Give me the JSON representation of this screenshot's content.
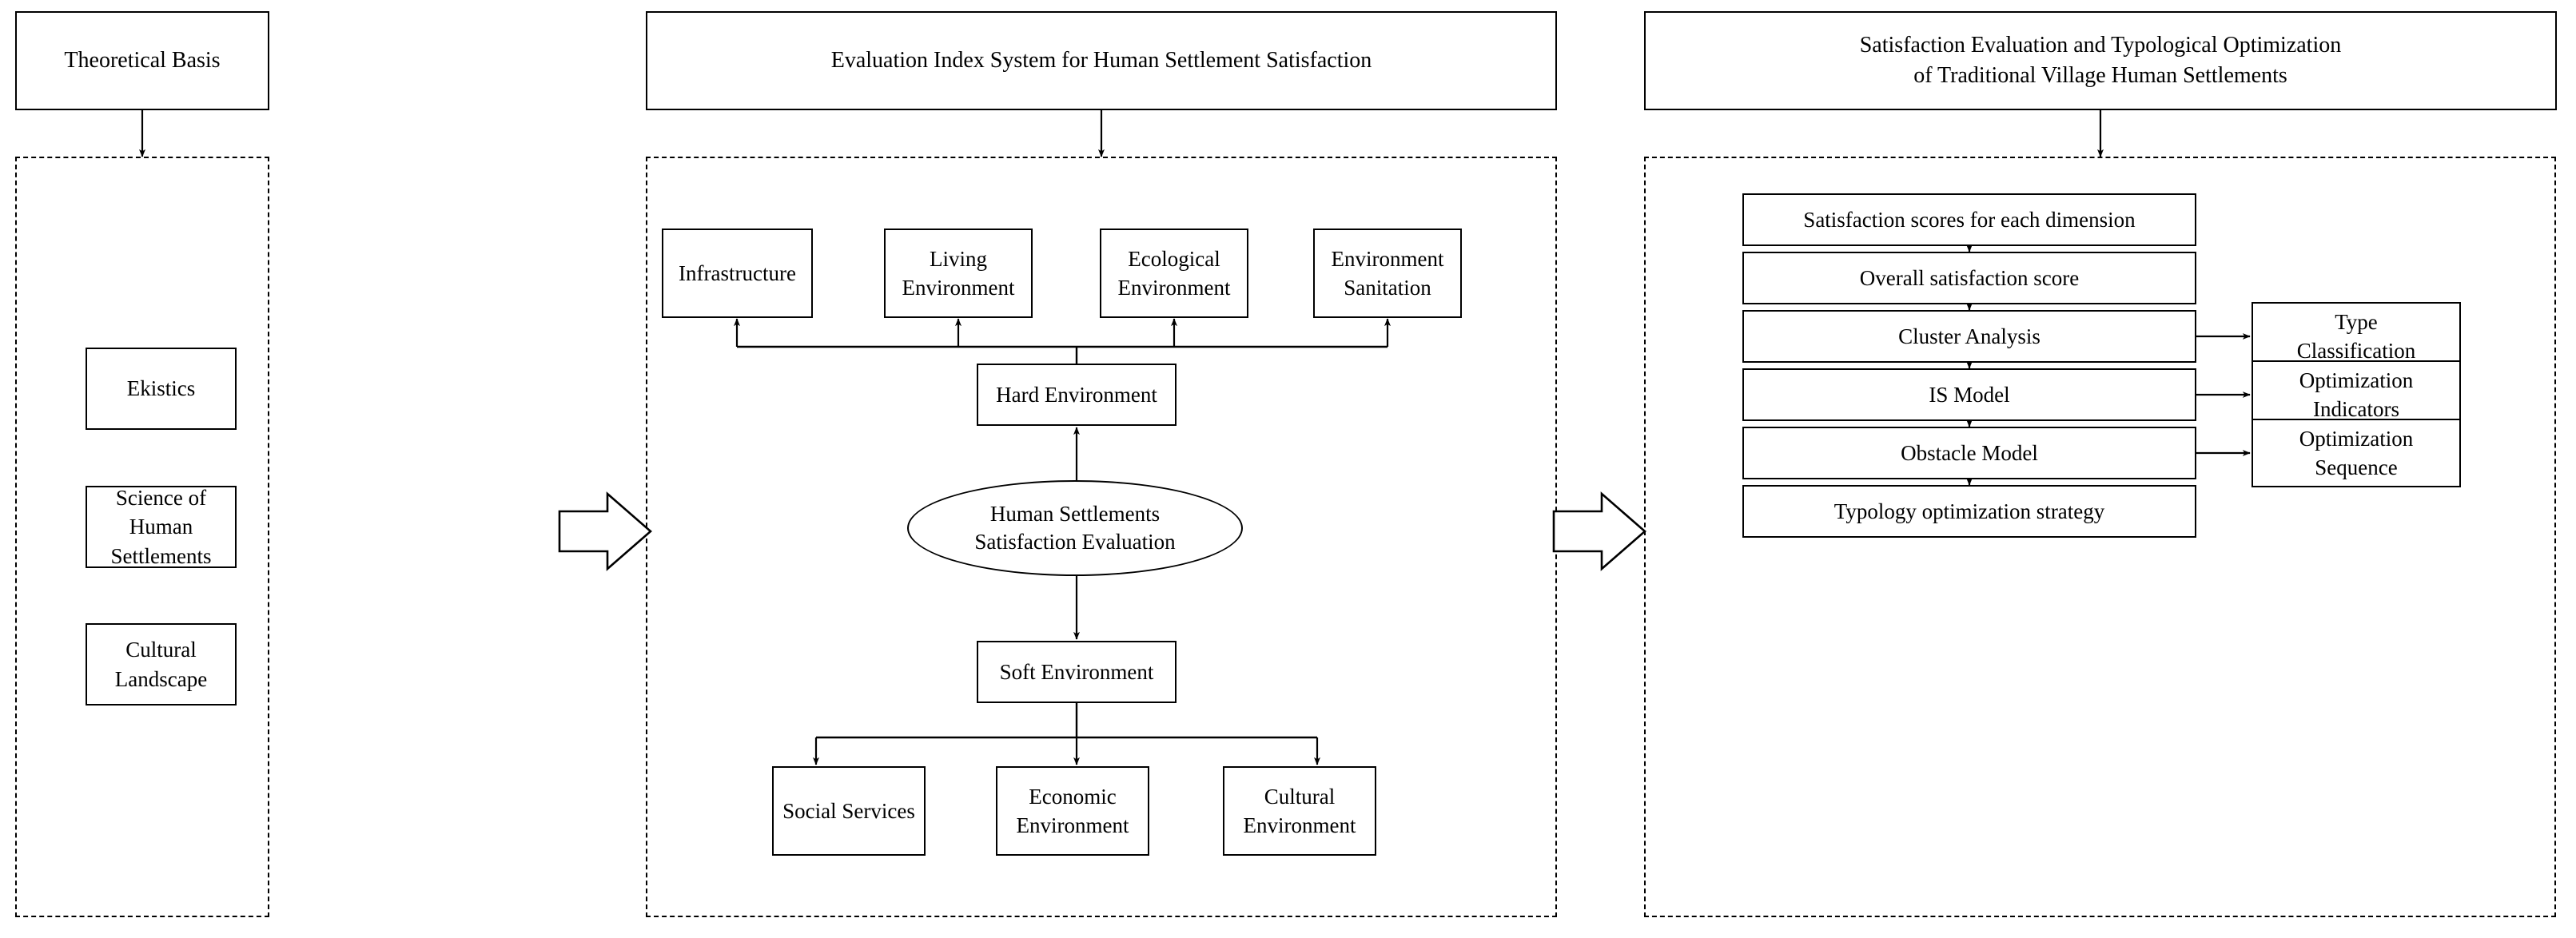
{
  "diagram": {
    "title": "Research framework for traditional village human settlement satisfaction evaluation",
    "type": "flowchart",
    "panels": [
      {
        "id": "theoretical-basis",
        "header": "Theoretical Basis",
        "items": [
          {
            "label": "Ekistics"
          },
          {
            "label": "Science of Human Settlements"
          },
          {
            "label": "Cultural Landscape"
          }
        ]
      },
      {
        "id": "evaluation-index-system",
        "header": "Evaluation Index System for Human Settlement Satisfaction",
        "center_node": "Human Settlements\nSatisfaction Evaluation",
        "hard_environment": "Hard Environment",
        "soft_environment": "Soft Environment",
        "hard_children": [
          {
            "label": "Infrastructure"
          },
          {
            "label": "Living\nEnvironment"
          },
          {
            "label": "Ecological\nEnvironment"
          },
          {
            "label": "Environment\nSanitation"
          }
        ],
        "soft_children": [
          {
            "label": "Social Services"
          },
          {
            "label": "Economic\nEnvironment"
          },
          {
            "label": "Cultural\nEnvironment"
          }
        ]
      },
      {
        "id": "satisfaction-evaluation-optimization",
        "header": "Satisfaction Evaluation and Typological Optimization\nof Traditional Village Human Settlements",
        "steps": [
          {
            "label": "Satisfaction scores for each dimension",
            "output": null
          },
          {
            "label": "Overall satisfaction score",
            "output": null
          },
          {
            "label": "Cluster Analysis",
            "output": "Type\nClassification"
          },
          {
            "label": "IS Model",
            "output": "Optimization\nIndicators"
          },
          {
            "label": "Obstacle Model",
            "output": "Optimization\nSequence"
          },
          {
            "label": "Typology optimization strategy",
            "output": null
          }
        ]
      }
    ],
    "connectors": {
      "stage_arrow_1": "block-arrow-right",
      "stage_arrow_2": "block-arrow-right"
    },
    "colors": {
      "stroke": "#000000",
      "background": "#ffffff",
      "text": "#000000"
    }
  }
}
